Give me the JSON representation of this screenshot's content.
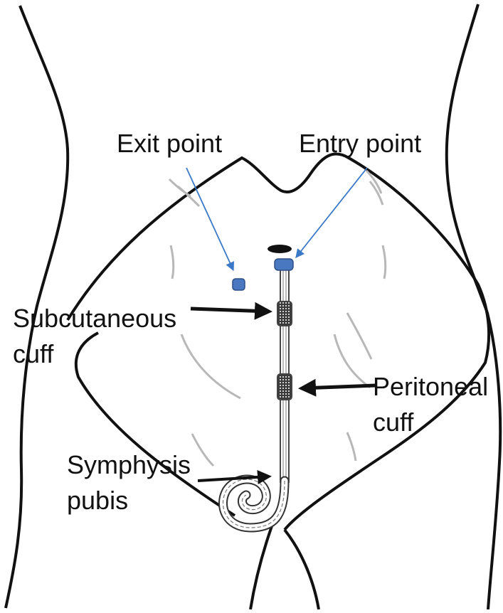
{
  "labels": {
    "exit_point": "Exit point",
    "entry_point": "Entry point",
    "subcutaneous_cuff_line1": "Subcutaneous",
    "subcutaneous_cuff_line2": "cuff",
    "peritoneal_cuff_line1": "Peritoneal",
    "peritoneal_cuff_line2": "cuff",
    "symphysis_pubis_line1": "Symphysis",
    "symphysis_pubis_line2": "pubis"
  },
  "colors": {
    "outline": "#111111",
    "pointer_blue": "#3a78c8",
    "site_blue": "#4a78c0",
    "cuff_gray": "#8a8a8a",
    "skin_shading": "#b8b8b8"
  }
}
